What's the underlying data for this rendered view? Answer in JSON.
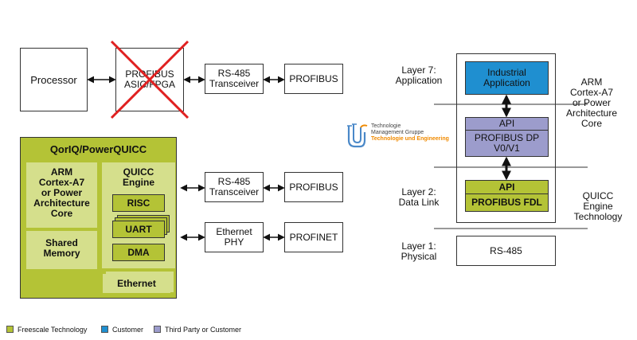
{
  "top_left": {
    "processor": "Processor",
    "asic": "PROFIBUS\nASIC/FPGA",
    "transceiver": "RS-485\nTransceiver",
    "profibus": "PROFIBUS"
  },
  "qoriq": {
    "title": "QorIQ/PowerQUICC",
    "arm": "ARM\nCortex-A7\nor Power\nArchitecture\nCore",
    "shared_memory": "Shared\nMemory",
    "quicc_engine": "QUICC\nEngine",
    "risc": "RISC",
    "uart": "UART",
    "dma": "DMA",
    "ethernet": "Ethernet"
  },
  "middle": {
    "transceiver": "RS-485\nTransceiver",
    "profibus": "PROFIBUS",
    "ethernet_phy": "Ethernet\nPHY",
    "profinet": "PROFINET"
  },
  "right": {
    "layer7": "Layer 7:\nApplication",
    "industrial_app": "Industrial\nApplication",
    "arm_label": "ARM\nCortex-A7\nor Power\nArchitecture\nCore",
    "api_top": "API",
    "profibus_dp": "PROFIBUS DP\nV0/V1",
    "layer2": "Layer 2:\nData Link",
    "api_bottom": "API",
    "profibus_fdl": "PROFIBUS FDL",
    "quicc_label": "QUICC\nEngine\nTechnology",
    "layer1": "Layer 1:\nPhysical",
    "rs485": "RS-485"
  },
  "logo": {
    "line1": "Technologie",
    "line2": "Management Gruppe",
    "line3": "Technologie und Engineering"
  },
  "legend": {
    "items": [
      {
        "label": "Freescale Technology",
        "color": "#b4c336"
      },
      {
        "label": "Customer",
        "color": "#1f8fd0"
      },
      {
        "label": "Third Party or Customer",
        "color": "#9c9ccc"
      }
    ]
  },
  "colors": {
    "freescale_green": "#b4c336",
    "light_green": "#d5df8c",
    "customer_blue": "#1f8fd0",
    "third_party_purple": "#9c9ccc",
    "cross_red": "#e02020",
    "logo_blue": "#4a88c8",
    "logo_orange": "#f08a00"
  }
}
